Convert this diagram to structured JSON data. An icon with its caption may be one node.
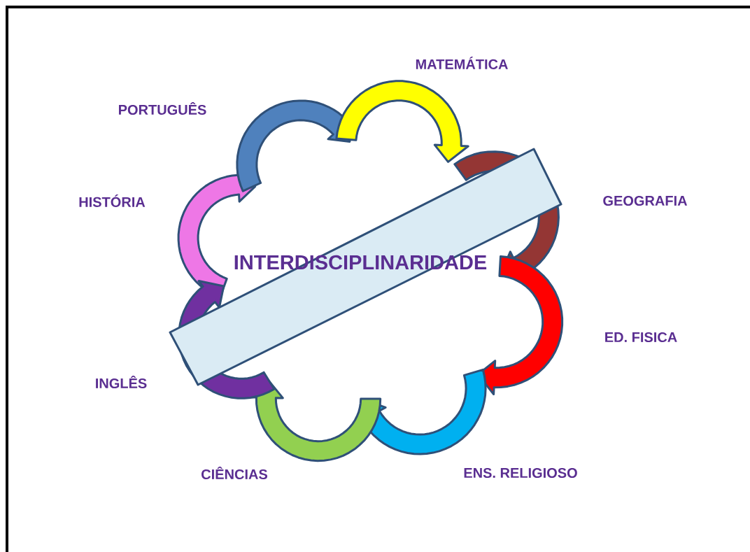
{
  "diagram": {
    "labels": [
      "MATEMÁTICA",
      "PORTUGUÊS",
      "HISTÓRIA",
      "GEOGRAFIA",
      "INTERDISCIPLINARIDADE",
      "ED. FISICA",
      "INGLÊS",
      "CIÊNCIAS",
      "ENS. RELIGIOSO"
    ]
  }
}
